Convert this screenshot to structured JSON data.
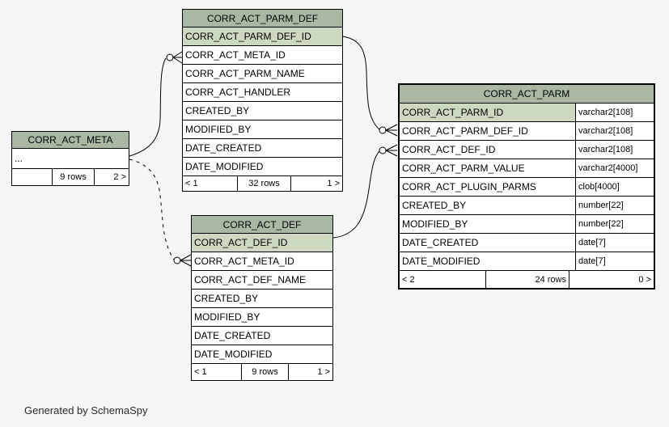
{
  "page": {
    "background_color": "#f6f6f6",
    "credit": "Generated by SchemaSpy"
  },
  "colors": {
    "table_header_bg": "#a9b8a2",
    "primary_key_row_bg": "#ccd8c0",
    "row_bg": "#ffffff",
    "line_color": "#000000"
  },
  "tables": {
    "meta": {
      "title": "CORR_ACT_META",
      "columns": [
        {
          "name": "..."
        }
      ],
      "footer": {
        "parents": "",
        "rows": "9 rows",
        "children": "2 >"
      }
    },
    "parm_def": {
      "title": "CORR_ACT_PARM_DEF",
      "columns": [
        {
          "name": "CORR_ACT_PARM_DEF_ID",
          "key": true
        },
        {
          "name": "CORR_ACT_META_ID"
        },
        {
          "name": "CORR_ACT_PARM_NAME"
        },
        {
          "name": "CORR_ACT_HANDLER"
        },
        {
          "name": "CREATED_BY"
        },
        {
          "name": "MODIFIED_BY"
        },
        {
          "name": "DATE_CREATED"
        },
        {
          "name": "DATE_MODIFIED"
        }
      ],
      "footer": {
        "parents": "< 1",
        "rows": "32 rows",
        "children": "1 >"
      }
    },
    "parm": {
      "title": "CORR_ACT_PARM",
      "columns": [
        {
          "name": "CORR_ACT_PARM_ID",
          "type": "varchar2[108]",
          "key": true
        },
        {
          "name": "CORR_ACT_PARM_DEF_ID",
          "type": "varchar2[108]"
        },
        {
          "name": "CORR_ACT_DEF_ID",
          "type": "varchar2[108]"
        },
        {
          "name": "CORR_ACT_PARM_VALUE",
          "type": "varchar2[4000]"
        },
        {
          "name": "CORR_ACT_PLUGIN_PARMS",
          "type": "clob[4000]"
        },
        {
          "name": "CREATED_BY",
          "type": "number[22]"
        },
        {
          "name": "MODIFIED_BY",
          "type": "number[22]"
        },
        {
          "name": "DATE_CREATED",
          "type": "date[7]"
        },
        {
          "name": "DATE_MODIFIED",
          "type": "date[7]"
        }
      ],
      "footer": {
        "parents": "< 2",
        "rows": "24 rows",
        "children": "0 >"
      }
    },
    "def": {
      "title": "CORR_ACT_DEF",
      "columns": [
        {
          "name": "CORR_ACT_DEF_ID",
          "key": true
        },
        {
          "name": "CORR_ACT_META_ID"
        },
        {
          "name": "CORR_ACT_DEF_NAME"
        },
        {
          "name": "CREATED_BY"
        },
        {
          "name": "MODIFIED_BY"
        },
        {
          "name": "DATE_CREATED"
        },
        {
          "name": "DATE_MODIFIED"
        }
      ],
      "footer": {
        "parents": "< 1",
        "rows": "9 rows",
        "children": "1 >"
      }
    }
  },
  "relationships": [
    {
      "from": "CORR_ACT_META",
      "to": "CORR_ACT_PARM_DEF.CORR_ACT_META_ID",
      "style": "solid",
      "end_marker": "zero-or-many"
    },
    {
      "from": "CORR_ACT_META",
      "to": "CORR_ACT_DEF.CORR_ACT_META_ID",
      "style": "dashed",
      "end_marker": "zero-or-many"
    },
    {
      "from": "CORR_ACT_PARM_DEF.CORR_ACT_PARM_DEF_ID",
      "to": "CORR_ACT_PARM.CORR_ACT_PARM_DEF_ID",
      "style": "solid",
      "end_marker": "zero-or-many"
    },
    {
      "from": "CORR_ACT_DEF.CORR_ACT_DEF_ID",
      "to": "CORR_ACT_PARM.CORR_ACT_DEF_ID",
      "style": "solid",
      "end_marker": "zero-or-many"
    }
  ]
}
